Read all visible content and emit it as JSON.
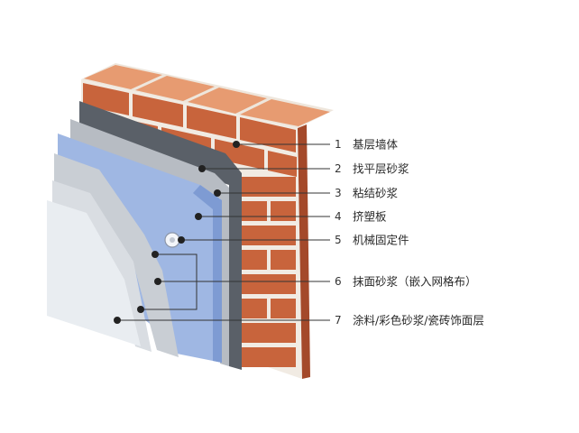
{
  "colors": {
    "brick": "#c8643c",
    "brick_top": "#e79b71",
    "brick_side": "#a4492a",
    "mortar": "#f3efe8",
    "leveling": "#5a6068",
    "adhesive": "#b7bcc3",
    "xps_board": "#9fb7e3",
    "xps_edge": "#7e9bd3",
    "plaster": "#c9ced4",
    "finish": "#e9edf1",
    "marker": "#222222",
    "leader": "#333333"
  },
  "layers": [
    {
      "number": "1",
      "label": "基层墙体",
      "icon": "brick-wall"
    },
    {
      "number": "2",
      "label": "找平层砂浆",
      "icon": "leveling-mortar"
    },
    {
      "number": "3",
      "label": "粘结砂浆",
      "icon": "adhesive-mortar"
    },
    {
      "number": "4",
      "label": "挤塑板",
      "icon": "xps-board"
    },
    {
      "number": "5",
      "label": "机械固定件",
      "icon": "anchor-fixing"
    },
    {
      "number": "6",
      "label": "抹面砂浆（嵌入网格布）",
      "icon": "plaster-mesh"
    },
    {
      "number": "7",
      "label": "涂料/彩色砂浆/瓷砖饰面层",
      "icon": "finish-coat"
    }
  ]
}
